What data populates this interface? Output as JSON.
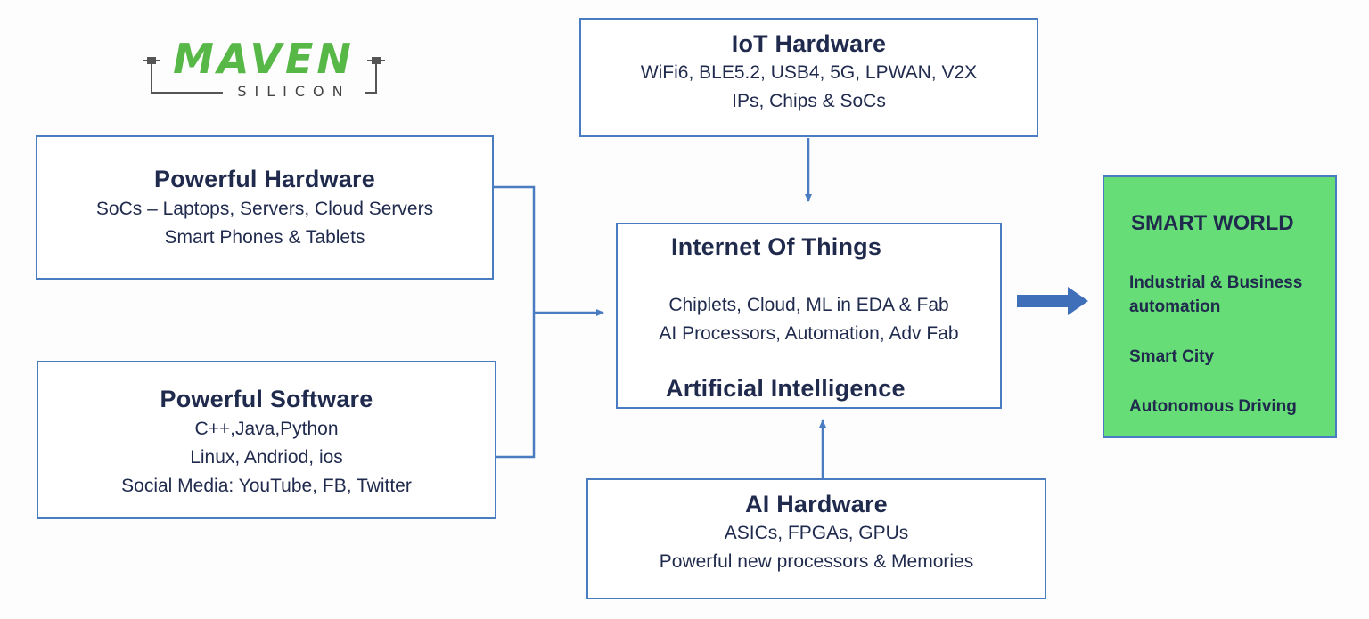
{
  "logo": {
    "word": "MAVEN",
    "subword": "SILICON",
    "color": "#57b847"
  },
  "iot_hardware": {
    "title": "IoT Hardware",
    "lines": [
      "WiFi6, BLE5.2, USB4, 5G, LPWAN, V2X",
      "IPs, Chips & SoCs"
    ]
  },
  "powerful_hardware": {
    "title": "Powerful Hardware",
    "lines": [
      "SoCs – Laptops, Servers, Cloud Servers",
      "Smart Phones & Tablets"
    ]
  },
  "powerful_software": {
    "title": "Powerful Software",
    "lines": [
      "C++,Java,Python",
      "Linux, Andriod, ios",
      "Social Media: YouTube, FB, Twitter"
    ]
  },
  "center": {
    "title_top": "Internet Of Things",
    "lines": [
      "Chiplets, Cloud, ML in EDA & Fab",
      "AI Processors, Automation, Adv Fab"
    ],
    "title_bottom": "Artificial Intelligence"
  },
  "ai_hardware": {
    "title": "AI Hardware",
    "lines": [
      "ASICs, FPGAs, GPUs",
      "Powerful new processors & Memories"
    ]
  },
  "smart_world": {
    "title": "SMART WORLD",
    "items": [
      "Industrial & Business automation",
      "Smart City",
      "Autonomous Driving"
    ],
    "color": "#66dd77"
  },
  "colors": {
    "border": "#4a7cc2",
    "text": "#1f2a4d",
    "big_arrow": "#3f6fb8"
  }
}
